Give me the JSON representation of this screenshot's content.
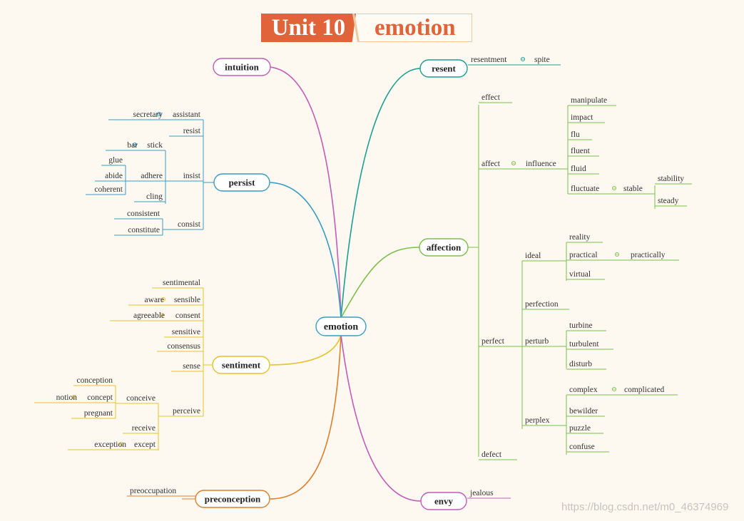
{
  "title": {
    "unit": "Unit 10",
    "topic": "emotion"
  },
  "watermark": "https://blog.csdn.net/m0_46374969",
  "colors": {
    "accent": "#e0633a",
    "intuition": "#c25cb9",
    "resent": "#1e9e92",
    "persist": "#3a9cc4",
    "affection": "#7bbf4a",
    "sentiment": "#e8c22a",
    "preconception": "#e07f2a",
    "envy": "#c25cb9"
  },
  "nodes": [
    {
      "id": "center",
      "text": "emotion"
    },
    {
      "id": "intuition",
      "text": "intuition"
    },
    {
      "id": "resent",
      "text": "resent"
    },
    {
      "id": "persist",
      "text": "persist"
    },
    {
      "id": "affection",
      "text": "affection"
    },
    {
      "id": "sentiment",
      "text": "sentiment"
    },
    {
      "id": "preconception",
      "text": "preconception"
    },
    {
      "id": "envy",
      "text": "envy"
    },
    {
      "id": "resentment",
      "text": "resentment"
    },
    {
      "id": "spite",
      "text": "spite"
    },
    {
      "id": "effect",
      "text": "effect"
    },
    {
      "id": "affect",
      "text": "affect"
    },
    {
      "id": "influence",
      "text": "influence"
    },
    {
      "id": "manipulate",
      "text": "manipulate"
    },
    {
      "id": "impact",
      "text": "impact"
    },
    {
      "id": "flu",
      "text": "flu"
    },
    {
      "id": "fluent",
      "text": "fluent"
    },
    {
      "id": "fluid",
      "text": "fluid"
    },
    {
      "id": "fluctuate",
      "text": "fluctuate"
    },
    {
      "id": "stable",
      "text": "stable"
    },
    {
      "id": "stability",
      "text": "stability"
    },
    {
      "id": "steady",
      "text": "steady"
    },
    {
      "id": "ideal",
      "text": "ideal"
    },
    {
      "id": "reality",
      "text": "reality"
    },
    {
      "id": "practical",
      "text": "practical"
    },
    {
      "id": "practically",
      "text": "practically"
    },
    {
      "id": "virtual",
      "text": "virtual"
    },
    {
      "id": "perfection",
      "text": "perfection"
    },
    {
      "id": "perfect",
      "text": "perfect"
    },
    {
      "id": "perturb",
      "text": "perturb"
    },
    {
      "id": "turbine",
      "text": "turbine"
    },
    {
      "id": "turbulent",
      "text": "turbulent"
    },
    {
      "id": "disturb",
      "text": "disturb"
    },
    {
      "id": "perplex",
      "text": "perplex"
    },
    {
      "id": "complex",
      "text": "complex"
    },
    {
      "id": "complicated",
      "text": "complicated"
    },
    {
      "id": "bewilder",
      "text": "bewilder"
    },
    {
      "id": "puzzle",
      "text": "puzzle"
    },
    {
      "id": "confuse",
      "text": "confuse"
    },
    {
      "id": "defect",
      "text": "defect"
    },
    {
      "id": "jealous",
      "text": "jealous"
    },
    {
      "id": "secretary",
      "text": "secretary"
    },
    {
      "id": "assistant",
      "text": "assistant"
    },
    {
      "id": "resist",
      "text": "resist"
    },
    {
      "id": "bar",
      "text": "bar"
    },
    {
      "id": "stick",
      "text": "stick"
    },
    {
      "id": "glue",
      "text": "glue"
    },
    {
      "id": "abide",
      "text": "abide"
    },
    {
      "id": "adhere",
      "text": "adhere"
    },
    {
      "id": "coherent",
      "text": "coherent"
    },
    {
      "id": "cling",
      "text": "cling"
    },
    {
      "id": "insist",
      "text": "insist"
    },
    {
      "id": "consistent",
      "text": "consistent"
    },
    {
      "id": "constitute",
      "text": "constitute"
    },
    {
      "id": "consist",
      "text": "consist"
    },
    {
      "id": "sentimental",
      "text": "sentimental"
    },
    {
      "id": "aware",
      "text": "aware"
    },
    {
      "id": "sensible",
      "text": "sensible"
    },
    {
      "id": "agreeable",
      "text": "agreeable"
    },
    {
      "id": "consent",
      "text": "consent"
    },
    {
      "id": "sensitive",
      "text": "sensitive"
    },
    {
      "id": "consensus",
      "text": "consensus"
    },
    {
      "id": "sense",
      "text": "sense"
    },
    {
      "id": "conception",
      "text": "conception"
    },
    {
      "id": "notion",
      "text": "notion"
    },
    {
      "id": "concept",
      "text": "concept"
    },
    {
      "id": "pregnant",
      "text": "pregnant"
    },
    {
      "id": "conceive",
      "text": "conceive"
    },
    {
      "id": "perceive",
      "text": "perceive"
    },
    {
      "id": "receive",
      "text": "receive"
    },
    {
      "id": "exception",
      "text": "exception"
    },
    {
      "id": "except",
      "text": "except"
    },
    {
      "id": "preoccupation",
      "text": "preoccupation"
    }
  ]
}
